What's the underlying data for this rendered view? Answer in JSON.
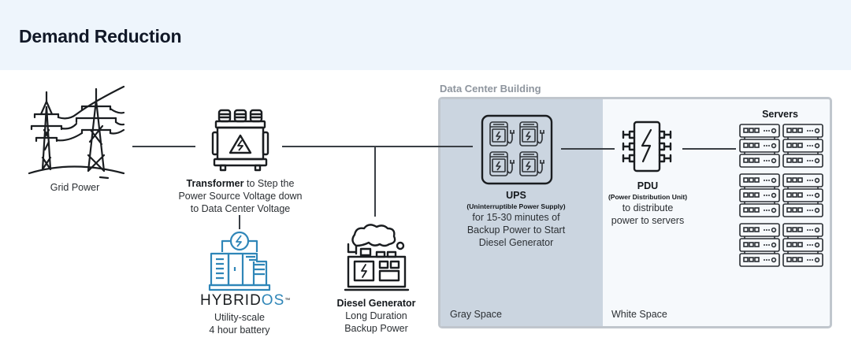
{
  "header": {
    "title": "Demand Reduction"
  },
  "nodes": {
    "grid": {
      "label": "Grid Power",
      "icon": "power-tower-icon"
    },
    "transformer": {
      "label_bold": "Transformer",
      "label_rest": " to Step the",
      "line2": "Power Source Voltage down",
      "line3": "to Data Center Voltage",
      "icon": "transformer-icon"
    },
    "hybridos": {
      "brand_dark": "HYBRID",
      "brand_accent": "OS",
      "trademark": "™",
      "line1": "Utility-scale",
      "line2": "4 hour battery",
      "icon": "battery-storage-icon",
      "accent_color": "#2f86b8"
    },
    "diesel": {
      "label_bold": "Diesel Generator",
      "line2": "Long Duration",
      "line3": "Backup Power",
      "icon": "diesel-generator-icon"
    },
    "ups": {
      "label_bold": "UPS",
      "subtitle": "(Uninterruptible Power Supply)",
      "line1": "for 15-30 minutes of",
      "line2": "Backup Power to Start",
      "line3": "Diesel Generator",
      "icon": "ups-icon"
    },
    "pdu": {
      "label_bold": "PDU",
      "subtitle": "(Power Distribution Unit)",
      "line1": "to distribute",
      "line2": "power to servers",
      "icon": "pdu-icon"
    },
    "servers": {
      "label": "Servers",
      "icon": "server-rack-icon"
    }
  },
  "building": {
    "label": "Data Center Building",
    "gray_space": "Gray Space",
    "white_space": "White Space"
  },
  "colors": {
    "header_bg": "#eef5fc",
    "gray_space_bg": "#cbd5e0",
    "white_space_bg": "#f6f9fc",
    "accent": "#2f86b8"
  }
}
